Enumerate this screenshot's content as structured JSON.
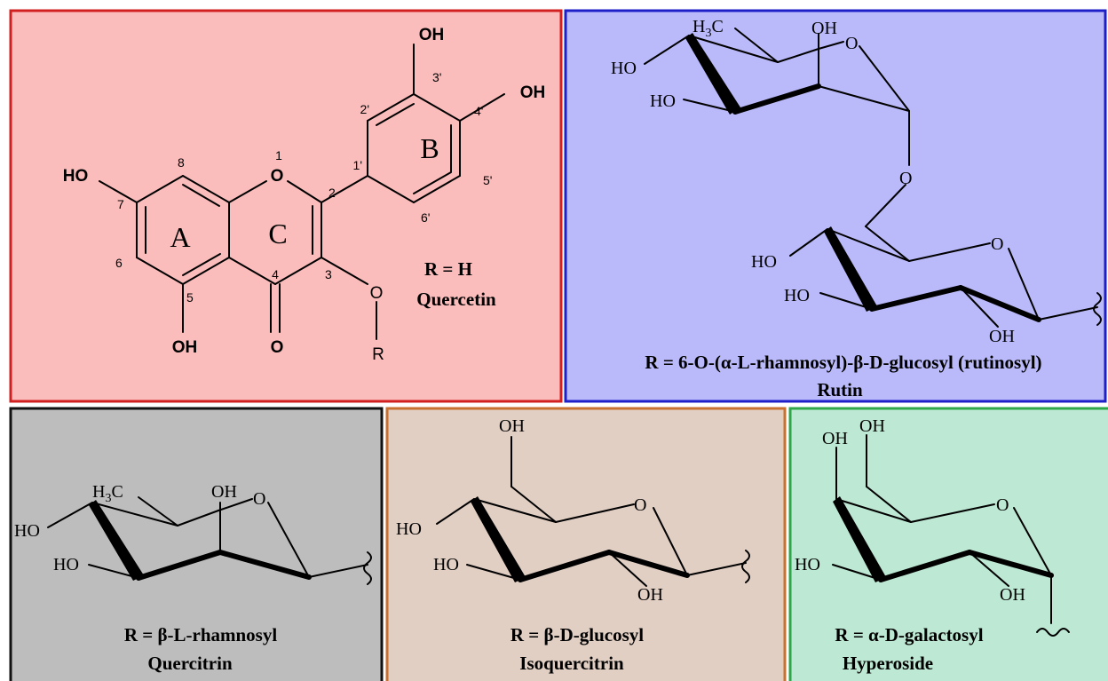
{
  "colors": {
    "quercetin_fill": "#fbbcbc",
    "quercetin_border": "#d21f1f",
    "rutin_fill": "#babafa",
    "rutin_border": "#1f1fc8",
    "quercitrin_fill": "#bdbdbd",
    "quercitrin_border": "#111111",
    "isoquercitrin_fill": "#e1cfc4",
    "isoquercitrin_border": "#c87030",
    "hyperoside_fill": "#bde8d3",
    "hyperoside_border": "#2fa64a"
  },
  "quercetin": {
    "labels": {
      "oh_top": "OH",
      "oh_right": "OH",
      "ho_left": "HO",
      "oh_bottom": "OH",
      "ketone_o": "O",
      "ring_o": "O",
      "ether_o": "O",
      "r": "R"
    },
    "ring_labels": {
      "a": "A",
      "b": "B",
      "c": "C"
    },
    "numbers": {
      "n1": "1",
      "n2": "2",
      "n3": "3",
      "n4": "4",
      "n5": "5",
      "n6": "6",
      "n7": "7",
      "n8": "8",
      "n1p": "1'",
      "n2p": "2'",
      "n3p": "3'",
      "n4p": "4'",
      "n5p": "5'",
      "n6p": "6'"
    },
    "caption_r": "R = H",
    "caption_name": "Quercetin"
  },
  "rutin": {
    "labels": {
      "h3c": "H3C",
      "oh_top": "OH",
      "o_ring_top": "O",
      "ho_1": "HO",
      "ho_2": "HO",
      "o_link": "O",
      "o_ring_bottom": "O",
      "ho_3": "HO",
      "ho_4": "HO",
      "oh_bottom": "OH"
    },
    "caption_r": "R = 6-O-(α-L-rhamnosyl)-β-D-glucosyl (rutinosyl)",
    "caption_name": "Rutin"
  },
  "quercitrin": {
    "labels": {
      "h3c": "H3C",
      "oh": "OH",
      "o_ring": "O",
      "ho_1": "HO",
      "ho_2": "HO"
    },
    "caption_r": "R = β-L-rhamnosyl",
    "caption_name": "Quercitrin"
  },
  "isoquercitrin": {
    "labels": {
      "oh_top": "OH",
      "o_ring": "O",
      "ho_1": "HO",
      "ho_2": "HO",
      "oh_bottom": "OH"
    },
    "caption_r": "R = β-D-glucosyl",
    "caption_name": "Isoquercitrin"
  },
  "hyperoside": {
    "labels": {
      "oh_1": "OH",
      "oh_2": "OH",
      "o_ring": "O",
      "ho": "HO",
      "oh_bottom": "OH"
    },
    "caption_r": "R = α-D-galactosyl",
    "caption_name": "Hyperoside"
  }
}
